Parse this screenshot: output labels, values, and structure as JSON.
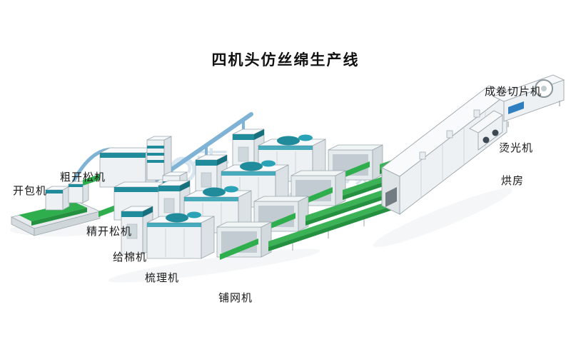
{
  "title": "四机头仿丝绵生产线",
  "watermark": {
    "cn": "青岛机械",
    "en": "Qingdao Machinery"
  },
  "machines": {
    "bale_opener": "开包机",
    "coarse_opener": "粗开松机",
    "fine_opener": "精开松机",
    "cotton_feeder": "给棉机",
    "carding": "梳理机",
    "lapper": "铺网机",
    "roll_slicer": "成卷切片机",
    "glazing": "烫光机",
    "drying_room": "烘房"
  },
  "colors": {
    "belt_green": "#2fae4d",
    "machine_teal": "#1f8b9b",
    "pipe_blue": "#7fb3d5"
  }
}
